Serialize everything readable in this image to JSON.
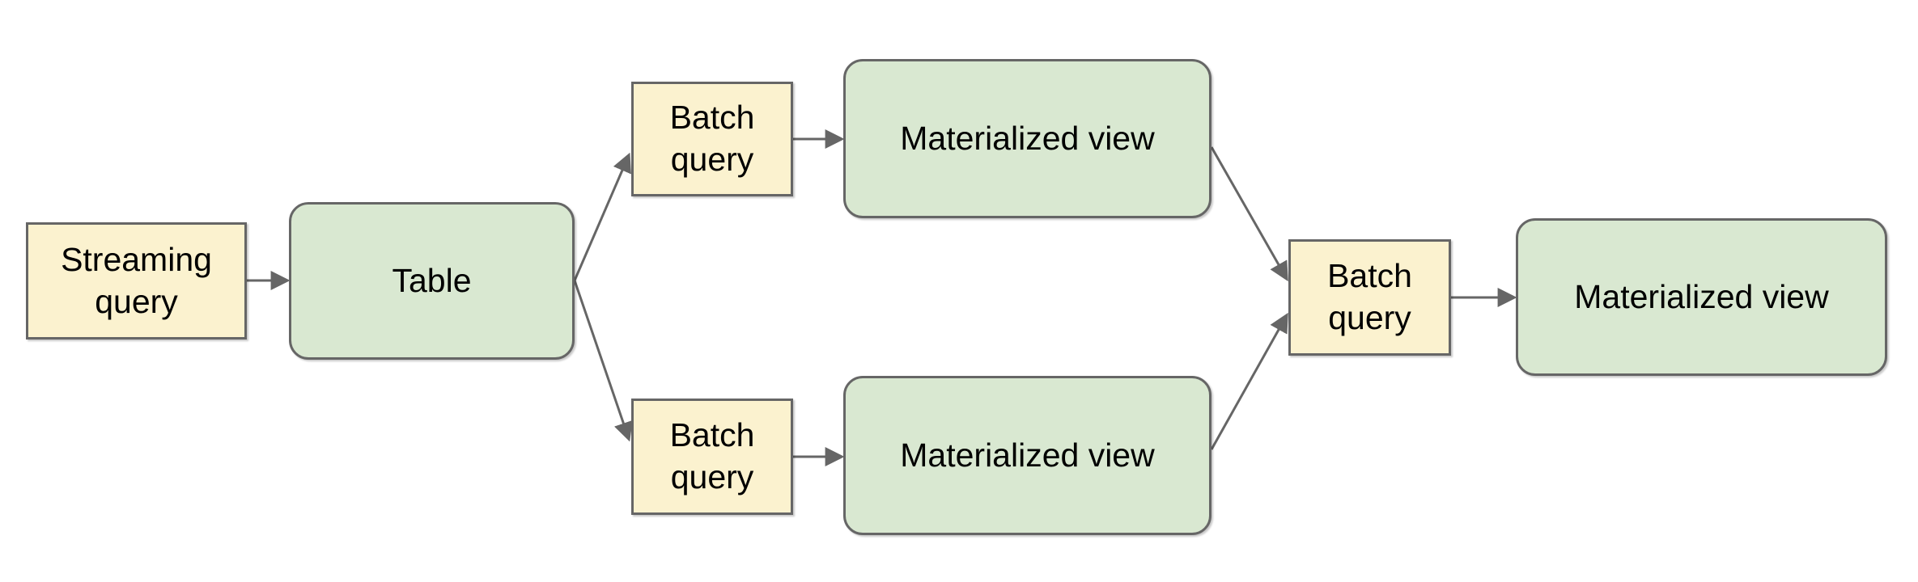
{
  "diagram": {
    "nodes": [
      {
        "id": "streaming-query",
        "label": "Streaming query",
        "kind": "query"
      },
      {
        "id": "table",
        "label": "Table",
        "kind": "table"
      },
      {
        "id": "batch-query-top",
        "label": "Batch query",
        "kind": "query"
      },
      {
        "id": "materialized-view-top",
        "label": "Materialized view",
        "kind": "view"
      },
      {
        "id": "batch-query-bottom",
        "label": "Batch query",
        "kind": "query"
      },
      {
        "id": "materialized-view-bottom",
        "label": "Materialized view",
        "kind": "view"
      },
      {
        "id": "batch-query-right",
        "label": "Batch query",
        "kind": "query"
      },
      {
        "id": "materialized-view-right",
        "label": "Materialized view",
        "kind": "view"
      }
    ],
    "edges": [
      {
        "from": "streaming-query",
        "to": "table"
      },
      {
        "from": "table",
        "to": "batch-query-top"
      },
      {
        "from": "table",
        "to": "batch-query-bottom"
      },
      {
        "from": "batch-query-top",
        "to": "materialized-view-top"
      },
      {
        "from": "batch-query-bottom",
        "to": "materialized-view-bottom"
      },
      {
        "from": "materialized-view-top",
        "to": "batch-query-right"
      },
      {
        "from": "materialized-view-bottom",
        "to": "batch-query-right"
      },
      {
        "from": "batch-query-right",
        "to": "materialized-view-right"
      }
    ],
    "colors": {
      "query_fill": "#fbf2cf",
      "view_fill": "#d9e8d1",
      "border": "#666666",
      "arrow": "#666666",
      "text": "#000000",
      "background": "#ffffff"
    }
  }
}
